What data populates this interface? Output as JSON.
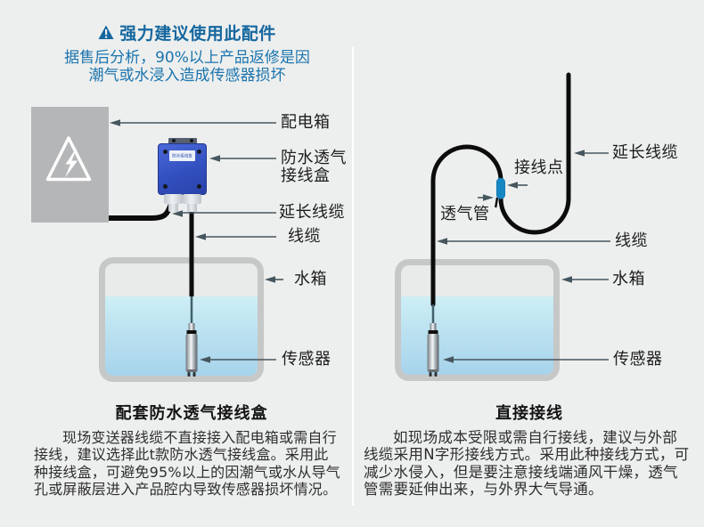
{
  "header": {
    "title": "强力建议使用此配件",
    "subtitle_line1": "据售后分析，90%以上产品返修是因",
    "subtitle_line2": "潮气或水浸入造成传感器损坏"
  },
  "left": {
    "labels": {
      "distribution_box": "配电箱",
      "junction_box": "防水透气\n接线盒",
      "extension_cable": "延长线缆",
      "cable": "线缆",
      "water_tank": "水箱",
      "sensor": "传感器"
    },
    "junction_box_label": "防水接线盒",
    "caption": "配套防水透气接线盒",
    "desc_lines": [
      "现场变送器线缆不直接接入配电箱或需自行",
      "接线，建议选择此t款防水透气接线盒。采用此",
      "种接线盒，可避免95%以上的因潮气或水从导气",
      "孔或屏蔽层进入产品腔内导致传感器损坏情况。"
    ]
  },
  "right": {
    "labels": {
      "extension_cable": "延长线缆",
      "junction_point": "接线点",
      "breather_tube": "透气管",
      "cable": "线缆",
      "water_tank": "水箱",
      "sensor": "传感器"
    },
    "caption": "直接接线",
    "desc_lines": [
      "如现场成本受限或需自行接线，建议与外部",
      "线缆采用N字形接线方式。采用此种接线方式，可",
      "减少水侵入，但是要注意接线端通风干燥，透气",
      "管需要延伸出来，与外界大气导通。"
    ]
  },
  "colors": {
    "background": "#edefee",
    "header_blue": "#15679f",
    "body_blue": "#1b74ae",
    "junction_box_blue": "#3350c0",
    "connector_blue": "#1787c4",
    "water_top": "#cdeef5",
    "water_bottom": "#a6d3eb"
  }
}
